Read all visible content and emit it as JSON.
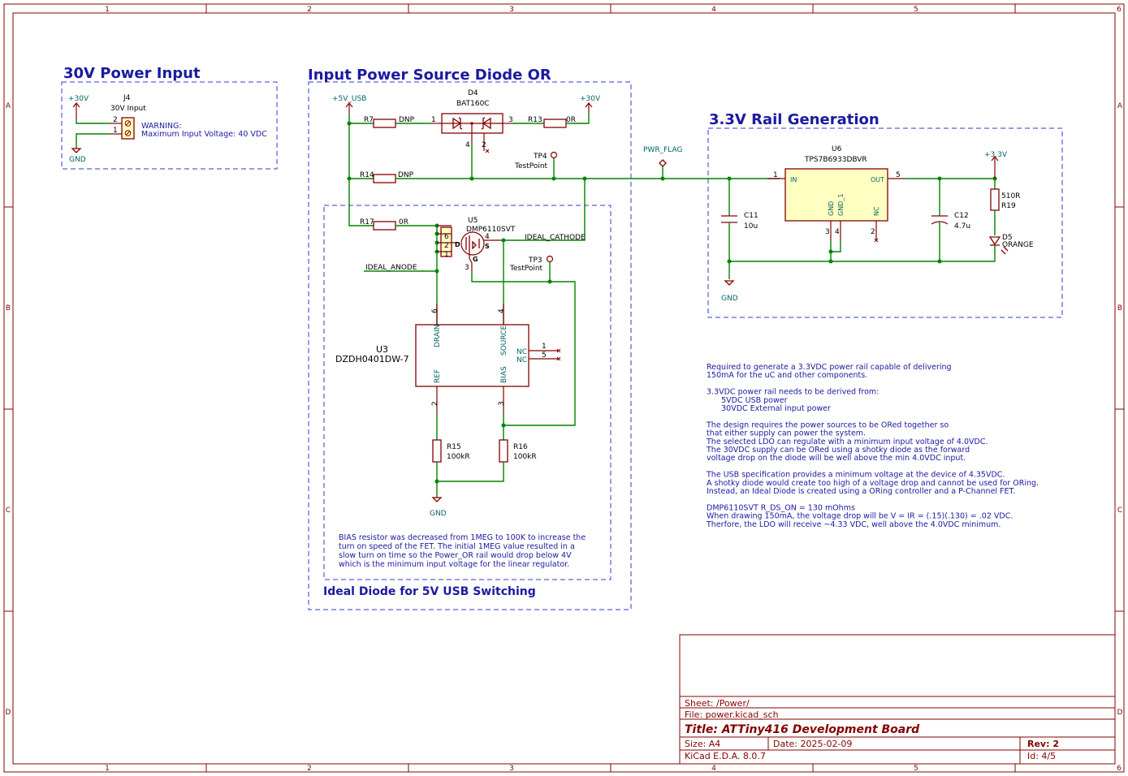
{
  "border": {
    "columns": [
      "1",
      "2",
      "3",
      "4",
      "5",
      "6"
    ],
    "rows": [
      "A",
      "B",
      "C",
      "D"
    ]
  },
  "sections": {
    "power_input": "30V Power Input",
    "diode_or": "Input Power Source Diode OR",
    "rail": "3.3V Rail Generation",
    "ideal_diode": "Ideal Diode for 5V USB Switching"
  },
  "power_input": {
    "pwr_30v": "+30V",
    "gnd": "GND",
    "j4_ref": "J4",
    "j4_value": "30V Input",
    "pin2": "2",
    "pin1": "1",
    "warning_1": "WARNING:",
    "warning_2": "Maximum Input Voltage: 40 VDC"
  },
  "diode_or": {
    "pwr_5v": "+5V_USB",
    "pwr_30v": "+30V",
    "r7": "R7",
    "r7_val": "DNP",
    "r13": "R13",
    "r13_val": "0R",
    "d4": "D4",
    "d4_val": "BAT160C",
    "d4_pin1": "1",
    "d4_pin3": "3",
    "d4_pin4": "4",
    "d4_pin2": "2",
    "r14": "R14",
    "r14_val": "DNP",
    "tp4": "TP4",
    "tp4_val": "TestPoint",
    "pwr_flag": "PWR_FLAG"
  },
  "ideal_diode": {
    "r17": "R17",
    "r17_val": "0R",
    "u5": "U5",
    "u5_val": "DMP6110SVT",
    "u5_pins": [
      "6",
      "5",
      "2",
      "1"
    ],
    "u5_pin4": "4",
    "u5_pin3": "3",
    "u5_d": "D",
    "u5_s": "S",
    "u5_g": "G",
    "ideal_cathode": "IDEAL_CATHODE",
    "ideal_anode": "IDEAL_ANODE",
    "tp3": "TP3",
    "tp3_val": "TestPoint",
    "u3": "U3",
    "u3_val": "DZDH0401DW-7",
    "u3_drain": "DRAIN",
    "u3_source": "SOURCE",
    "u3_ref": "REF",
    "u3_bias": "BIAS",
    "u3_nc1": "NC",
    "u3_nc2": "NC",
    "u3_pin6": "6",
    "u3_pin4": "4",
    "u3_pin2": "2",
    "u3_pin3": "3",
    "u3_pin1": "1",
    "u3_pin5": "5",
    "r15": "R15",
    "r15_val": "100kR",
    "r16": "R16",
    "r16_val": "100kR",
    "gnd": "GND",
    "note": [
      "BIAS resistor was decreased from 1MEG to 100K to increase the",
      "turn on speed of the FET. The initial 1MEG value resulted in a",
      "slow turn on time so the Power_OR rail would drop below 4V",
      "which is the minimum input voltage for the linear regulator."
    ]
  },
  "rail": {
    "u6": "U6",
    "u6_val": "TPS7B6933DBVR",
    "u6_in": "IN",
    "u6_out": "OUT",
    "u6_gnd": "GND",
    "u6_gnd1": "GND_1",
    "u6_nc": "NC",
    "u6_pin1": "1",
    "u6_pin5": "5",
    "u6_pin3": "3",
    "u6_pin4": "4",
    "u6_pin2": "2",
    "pwr_33": "+3.3V",
    "c11": "C11",
    "c11_val": "10u",
    "c12": "C12",
    "c12_val": "4.7u",
    "r19": "R19",
    "r19_val": "510R",
    "d5": "D5",
    "d5_val": "ORANGE",
    "gnd": "GND"
  },
  "notes": [
    "Required to generate a 3.3VDC power rail capable of delivering",
    "150mA for the uC and other components.",
    "",
    "3.3VDC power rail needs to be derived from:",
    "      5VDC USB power",
    "      30VDC External input power",
    "",
    "The design requires the power sources to be ORed together so",
    "that either supply can power the system.",
    "The selected LDO can regulate with a minimum input voltage of 4.0VDC.",
    "The 30VDC supply can be ORed using a shotky diode as the forward",
    "voltage drop on the diode will be well above the min 4.0VDC input.",
    "",
    "The USB specification provides a minimum voltage at the device of 4.35VDC.",
    "A shotky diode would create too high of a voltage drop and cannot be used for ORing.",
    "Instead, an Ideal Diode is created using a ORing controller and a P-Channel FET.",
    "",
    "DMP6110SVT R_DS_ON = 130 mOhms",
    "When drawing 150mA, the voltage drop will be V = IR = (.15)(.130) = .02 VDC.",
    "Therfore, the LDO will receive ~4.33 VDC, well above the 4.0VDC minimum."
  ],
  "title_block": {
    "sheet": "Sheet: /Power/",
    "file": "File: power.kicad_sch",
    "title": "Title: ATTiny416 Development Board",
    "size": "Size: A4",
    "date": "Date: 2025-02-09",
    "rev": "Rev: 2",
    "tool": "KiCad E.D.A. 8.0.7",
    "id": "Id: 4/5"
  },
  "colors": {
    "wire": "#008400",
    "symbol": "#840000",
    "text_teal": "#006464",
    "section_blue": "#1a1aa0",
    "box_dash": "#2a3bd6",
    "body_fill": "#ffffc2"
  }
}
